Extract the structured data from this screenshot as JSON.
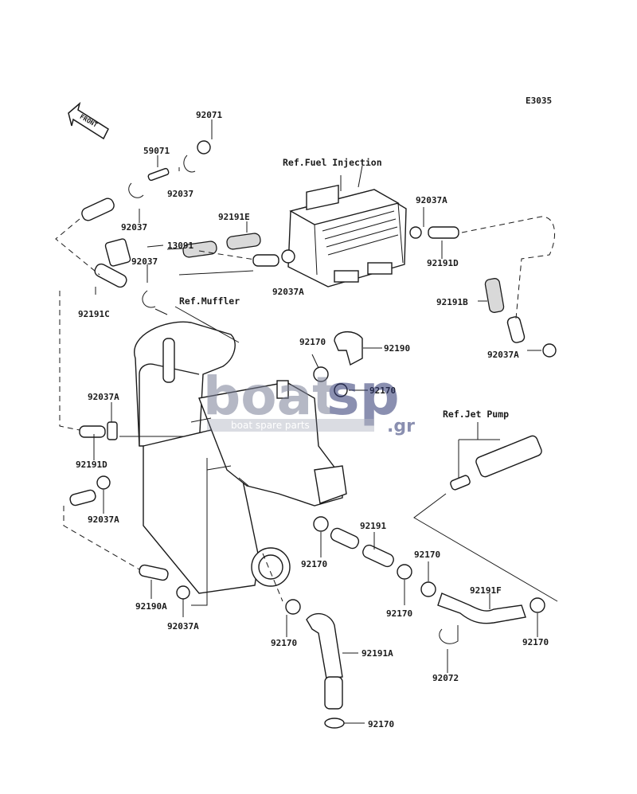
{
  "diagram": {
    "code": "E3035",
    "front_label": "FRONT",
    "refs": {
      "fuel_injection": "Ref.Fuel Injection",
      "muffler": "Ref.Muffler",
      "jet_pump": "Ref.Jet Pump"
    },
    "watermark": {
      "brand_left": "boat",
      "brand_right": "sp",
      "tld": ".gr",
      "tagline": "boat spare parts"
    },
    "parts": [
      "92071",
      "59071",
      "92037",
      "92037",
      "92191E",
      "92037",
      "13091",
      "92037A",
      "92191D",
      "92191B",
      "92037A",
      "92191C",
      "92037A",
      "92170",
      "92190",
      "92170",
      "92037A",
      "92191D",
      "92037A",
      "92191",
      "92170",
      "92170",
      "92170",
      "92191F",
      "92190A",
      "92037A",
      "92170",
      "92170",
      "92072",
      "92191A",
      "92170"
    ]
  }
}
